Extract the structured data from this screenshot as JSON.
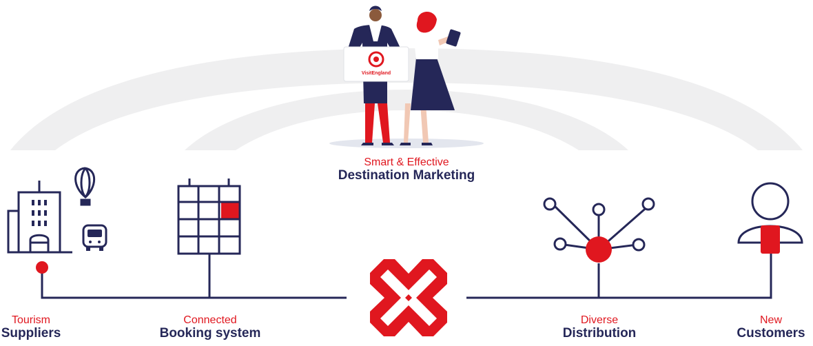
{
  "colors": {
    "accent": "#e0171f",
    "navy": "#252758",
    "arc": "#efeff0",
    "shadow": "#e3e6ee"
  },
  "logo": {
    "text": "VisitEngland"
  },
  "center_label": {
    "top": "Smart & Effective",
    "bottom": "Destination Marketing"
  },
  "nodes": [
    {
      "id": "tourism-suppliers",
      "top": "Tourism",
      "bottom": "Suppliers",
      "icons": [
        "hotel-building-icon",
        "hot-air-balloon-icon",
        "bus-icon"
      ]
    },
    {
      "id": "booking-system",
      "top": "Connected",
      "bottom": "Booking system",
      "icons": [
        "calendar-grid-icon"
      ]
    },
    {
      "id": "distribution",
      "top": "Diverse",
      "bottom": "Distribution",
      "icons": [
        "network-hub-icon"
      ]
    },
    {
      "id": "customers",
      "top": "New",
      "bottom": "Customers",
      "icons": [
        "user-profile-icon"
      ]
    }
  ],
  "hub_icon": "expand-arrows-icon"
}
